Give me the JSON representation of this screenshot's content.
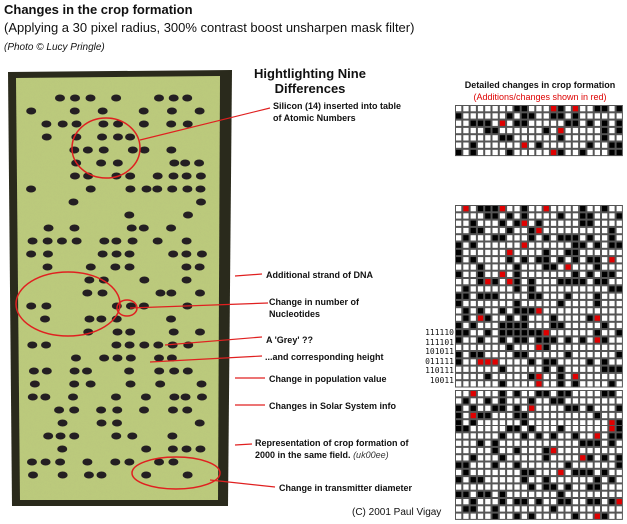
{
  "header": {
    "title": "Changes in the crop formation",
    "subtitle": "(Applying a 30 pixel radius, 300% contrast boost unsharpen mask filter)",
    "credit": "(Photo © Lucy Pringle)"
  },
  "heading": "Hightlighting Nine Differences",
  "annotations": [
    {
      "text": "Silicon (14) inserted into table of Atomic Numbers"
    },
    {
      "text": "Additional strand of DNA"
    },
    {
      "text": "Change in number of Nucleotides"
    },
    {
      "text": "A 'Grey' ??"
    },
    {
      "text": "...and corresponding height"
    },
    {
      "text": "Change in population value"
    },
    {
      "text": "Changes in Solar System info"
    },
    {
      "text": "Representation of crop formation of 2000 in the same field.",
      "note": "(uk00ee)"
    },
    {
      "text": "Change in transmitter diameter"
    }
  ],
  "grid_panel": {
    "title": "Detailed changes in crop formation",
    "subtitle": "(Additions/changes shown in red)",
    "binary": [
      "111110",
      "111101",
      "101011",
      "011111",
      "110111",
      "10011"
    ]
  },
  "colors": {
    "highlight": "#e00000",
    "field": "#b8c878"
  },
  "copyright": "(C) 2001 Paul Vigay"
}
